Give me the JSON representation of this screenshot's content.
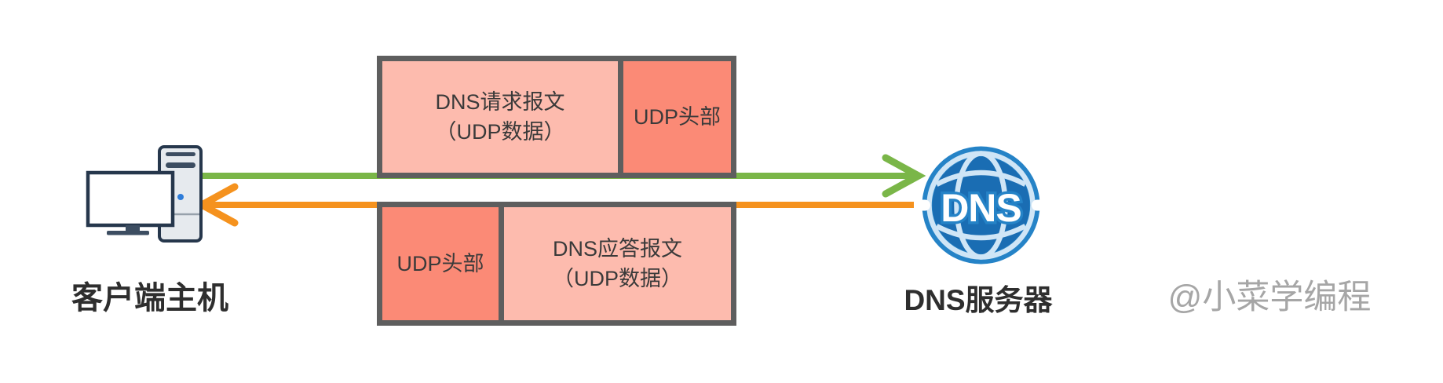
{
  "client": {
    "label": "客户端主机"
  },
  "server": {
    "label": "DNS服务器",
    "icon_text": "DNS"
  },
  "packets": {
    "request": {
      "payload_line1": "DNS请求报文",
      "payload_line2": "（UDP数据）",
      "header": "UDP头部"
    },
    "response": {
      "header": "UDP头部",
      "payload_line1": "DNS应答报文",
      "payload_line2": "（UDP数据）"
    }
  },
  "arrows": {
    "request_direction": "client-to-server",
    "response_direction": "server-to-client",
    "request_color": "#7ab648",
    "response_color": "#f5921e"
  },
  "colors": {
    "payload_fill": "#fdbbae",
    "header_fill": "#fb8a76",
    "box_border": "#5e5e5e",
    "globe_ring": "#2583c7",
    "globe_inner": "#1a6db3",
    "globe_grid": "#cfe5f6",
    "computer_outline": "#26374c",
    "computer_fill": "#e6eaee",
    "power_dot": "#2e7cd9",
    "label_text": "#2e2e2e",
    "watermark_gray": "#a6a6a6"
  },
  "watermark": "@小菜学编程"
}
